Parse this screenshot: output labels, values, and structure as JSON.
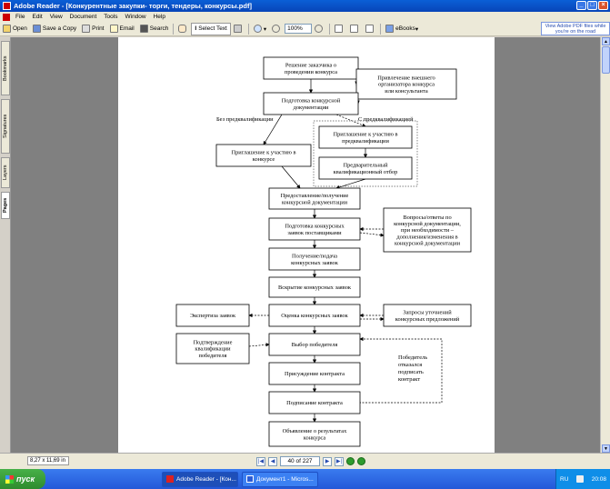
{
  "window": {
    "title": "Adobe Reader - [Конкурентные закупки- торги, тендеры, конкурсы.pdf]"
  },
  "menu": [
    "File",
    "Edit",
    "View",
    "Document",
    "Tools",
    "Window",
    "Help"
  ],
  "ad": {
    "line1": "View Adobe PDF files while",
    "line2": "you're on the road"
  },
  "toolbar": {
    "open": "Open",
    "save_copy": "Save a Copy",
    "print": "Print",
    "email": "Email",
    "search": "Search",
    "select_text": "Select Text",
    "zoom": "100%",
    "ebooks": "eBooks"
  },
  "side_tabs": [
    "Bookmarks",
    "Signatures",
    "Layers",
    "Pages"
  ],
  "status": {
    "page_size": "8,27 x 11,69 in",
    "page_indicator": "40 of 227"
  },
  "taskbar": {
    "start": "пуск",
    "tasks": [
      "Adobe Reader - [Кон...",
      "Документ1 - Micros..."
    ],
    "lang": "RU",
    "clock": "20:08"
  },
  "flowchart": {
    "nodes": {
      "n1": [
        "Решение заказчика о",
        "проведении конкурса"
      ],
      "n2": [
        "Привлечение внешнего",
        "организатора конкурса",
        "или консультанта"
      ],
      "n3": [
        "Подготовка конкурсной",
        "документации"
      ],
      "n4": [
        "Приглашение к участию в",
        "конкурсе"
      ],
      "n5": [
        "Приглашение к участию в",
        "предквалификации"
      ],
      "n6": [
        "Предварительный",
        "квалификационный отбор"
      ],
      "n7": [
        "Предоставление/получение",
        "конкурсной документации"
      ],
      "n8": [
        "Подготовка конкурсных",
        "заявок поставщиками"
      ],
      "n9": [
        "Вопросы/ответы по",
        "конкурсной документации,",
        "при необходимости –",
        "дополнения/изменения в",
        "конкурсной документации"
      ],
      "n10": [
        "Получение/подача",
        "конкурсных заявок"
      ],
      "n11": [
        "Вскрытие конкурсных заявок"
      ],
      "n12": [
        "Экспертиза заявок"
      ],
      "n13": [
        "Оценка конкурсных заявок"
      ],
      "n14": [
        "Запросы уточнений",
        "конкурсных предложений"
      ],
      "n15": [
        "Подтверждение",
        "квалификации",
        "победителя"
      ],
      "n16": [
        "Выбор победителя"
      ],
      "n17": [
        "Присуждение контракта"
      ],
      "n18": [
        "Подписание контракта"
      ],
      "n19": [
        "Объявление о результатах",
        "конкурса"
      ]
    },
    "label_no_prequal": "Без предквалификации",
    "label_prequal": "С предквалификацией",
    "label_refused": [
      "Победитель",
      "отказался",
      "подписать",
      "контракт"
    ]
  }
}
